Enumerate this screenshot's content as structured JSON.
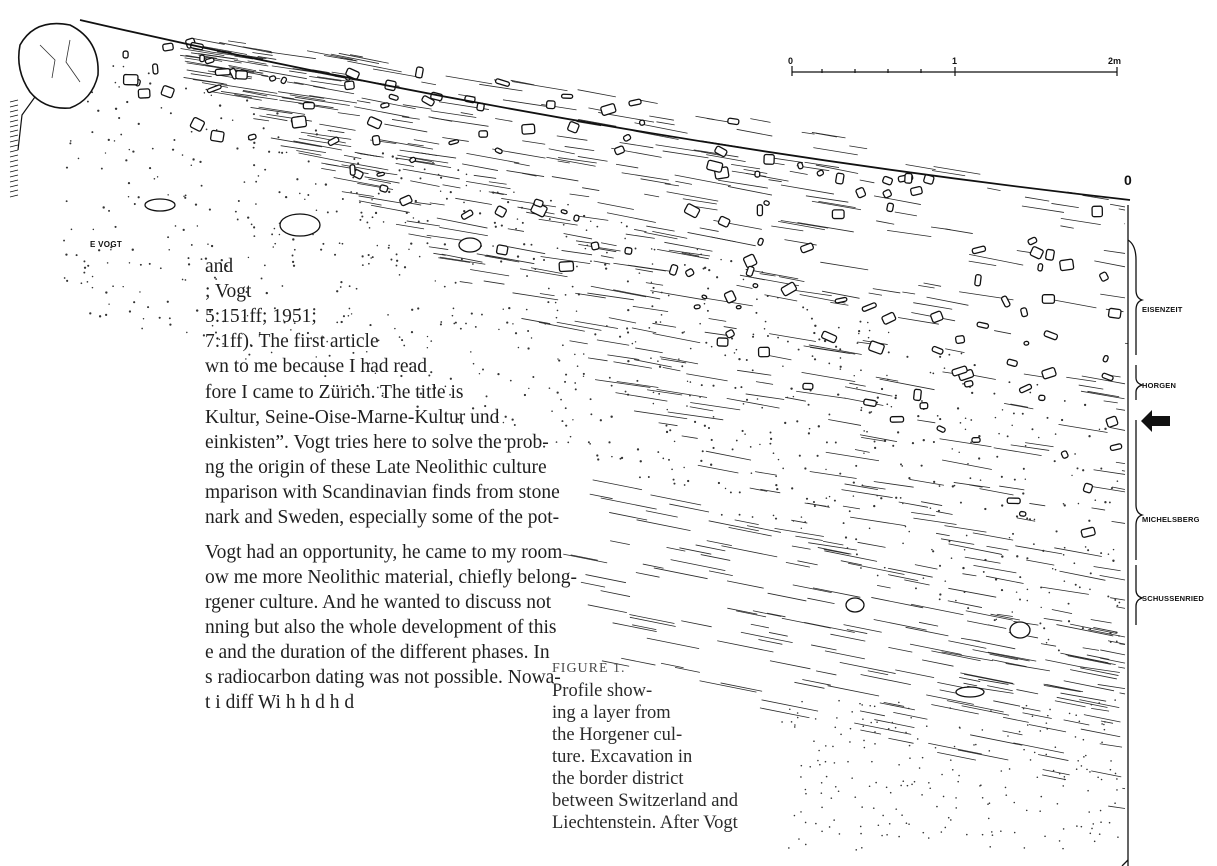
{
  "drawing": {
    "signature": "E VOGT",
    "scale": {
      "marks": [
        "0",
        "1",
        "2m"
      ]
    },
    "datum": "0",
    "phases": [
      "EISENZEIT",
      "HORGEN",
      "MICHELSBERG",
      "SCHUSSENRIED"
    ],
    "arrow_icon": "left-arrow-icon"
  },
  "body_text": {
    "lines": [
      "and",
      "; Vogt",
      "5:151ff;   1951;",
      "7:1ff). The first article",
      "wn to me because I had read",
      "fore I came to Zürich. The title is",
      "Kultur,  Seine-Oise-Marne-Kultur  und",
      "einkisten”. Vogt tries here to solve the prob-",
      "ng the origin of these Late Neolithic culture",
      "mparison with Scandinavian finds from stone",
      "nark and Sweden, especially some of the pot-",
      "Vogt had an opportunity, he came to my room",
      "ow me more Neolithic material, chiefly belong-",
      "rgener culture. And he wanted to discuss not",
      "nning but also the whole development of this",
      "e and the duration of the different phases. In",
      "s radiocarbon dating was not possible. Nowa-",
      "        t     i       diff          Wi h h    d h    d"
    ]
  },
  "caption": {
    "label": "FIGURE 1.",
    "lines": [
      "Profile show-",
      "ing a layer from",
      "the Horgener cul-",
      "ture. Excavation in",
      "the border district",
      "between Switzerland and",
      "Liechtenstein. After Vogt"
    ]
  },
  "colors": {
    "ink": "#111111",
    "text": "#1f1f1f",
    "paper": "#ffffff"
  }
}
